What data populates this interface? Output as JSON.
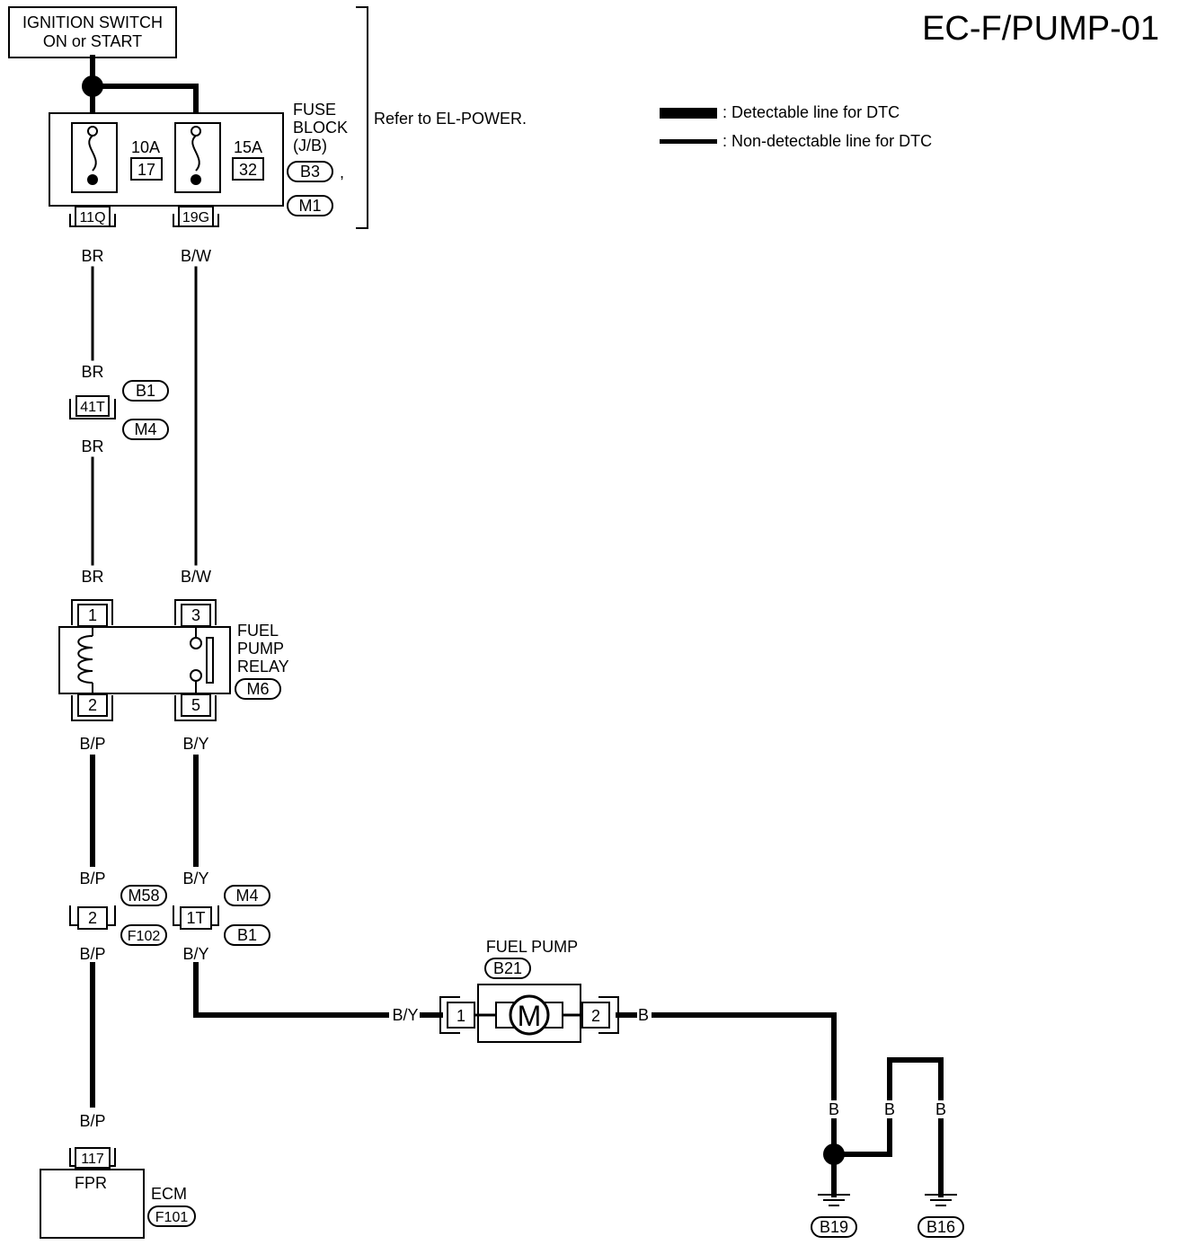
{
  "title": "EC-F/PUMP-01",
  "ignition": {
    "line1": "IGNITION SWITCH",
    "line2": "ON or START"
  },
  "fuse_block": {
    "label_line1": "FUSE",
    "label_line2": "BLOCK",
    "label_line3": "(J/B)",
    "connectors": [
      "B3",
      "M1"
    ],
    "separator": ",",
    "refer": "Refer to EL-POWER.",
    "fuse_left": {
      "amp": "10A",
      "num": "17",
      "terminal": "11Q"
    },
    "fuse_right": {
      "amp": "15A",
      "num": "32",
      "terminal": "19G"
    }
  },
  "legend": {
    "detectable": ": Detectable line for DTC",
    "non_detectable": ": Non-detectable line for DTC"
  },
  "wires": {
    "br": "BR",
    "bw": "B/W",
    "bp": "B/P",
    "by": "B/Y",
    "b": "B"
  },
  "connector_41t": {
    "terminal": "41T",
    "refs": [
      "B1",
      "M4"
    ]
  },
  "relay": {
    "line1": "FUEL",
    "line2": "PUMP",
    "line3": "RELAY",
    "connector": "M6",
    "terminals": [
      "1",
      "3",
      "2",
      "5"
    ]
  },
  "connector_lower_left": {
    "terminal": "2",
    "refs": [
      "M58",
      "F102"
    ]
  },
  "connector_lower_right": {
    "terminal": "1T",
    "refs": [
      "M4",
      "B1"
    ]
  },
  "fuel_pump": {
    "label": "FUEL PUMP",
    "connector": "B21",
    "motor": "M",
    "terminals": [
      "1",
      "2"
    ]
  },
  "ecm": {
    "terminal": "117",
    "pin": "FPR",
    "label": "ECM",
    "connector": "F101"
  },
  "grounds": [
    "B19",
    "B16"
  ]
}
